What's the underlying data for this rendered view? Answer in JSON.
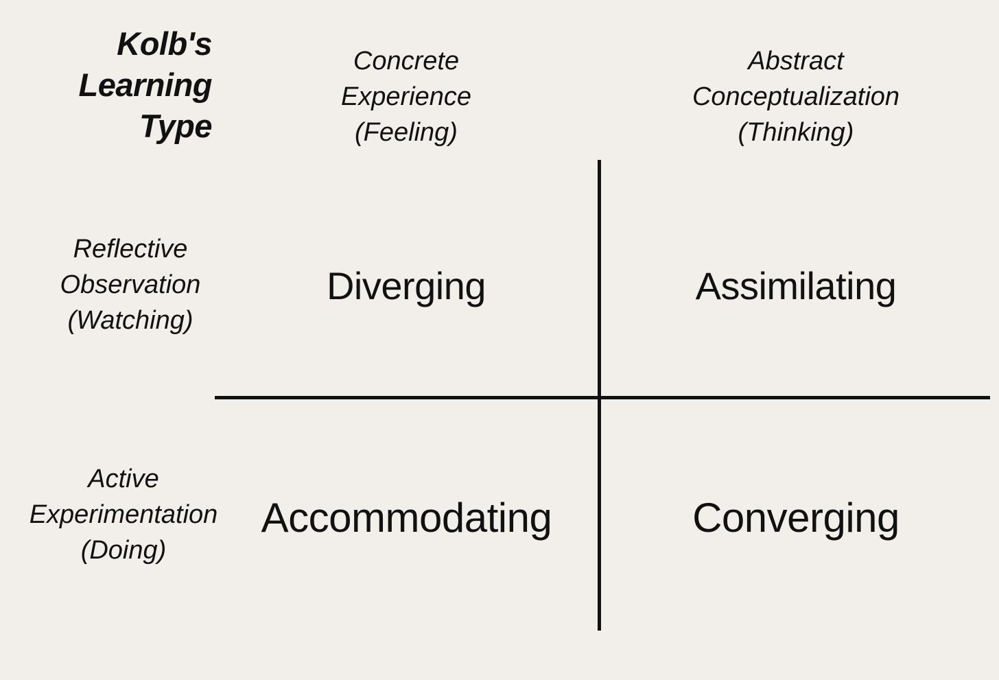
{
  "page": {
    "background_color": "#F2EFEA",
    "text_color": "#111111",
    "line_color": "#111111"
  },
  "title": "Kolb's\nLearning\nType",
  "axes": {
    "columns": [
      {
        "key": "concrete-experience",
        "label": "Concrete\nExperience\n(Feeling)",
        "mode": "Concrete Experience",
        "mode_short": "Feeling"
      },
      {
        "key": "abstract-conceptualization",
        "label": "Abstract\nConceptualization\n(Thinking)",
        "mode": "Abstract Conceptualization",
        "mode_short": "Thinking"
      }
    ],
    "rows": [
      {
        "key": "reflective-observation",
        "label": "Reflective\nObservation\n(Watching)",
        "mode": "Reflective Observation",
        "mode_short": "Watching"
      },
      {
        "key": "active-experimentation",
        "label": "Active\nExperimentation\n(Doing)",
        "mode": "Active Experimentation",
        "mode_short": "Doing"
      }
    ]
  },
  "quadrants": [
    {
      "key": "diverging",
      "label": "Diverging",
      "row": "reflective-observation",
      "column": "concrete-experience"
    },
    {
      "key": "assimilating",
      "label": "Assimilating",
      "row": "reflective-observation",
      "column": "abstract-conceptualization"
    },
    {
      "key": "accommodating",
      "label": "Accommodating",
      "row": "active-experimentation",
      "column": "concrete-experience"
    },
    {
      "key": "converging",
      "label": "Converging",
      "row": "active-experimentation",
      "column": "abstract-conceptualization"
    }
  ],
  "chart_data": {
    "type": "table",
    "title": "Kolb's Learning Type",
    "xlabel": "",
    "ylabel": "",
    "columns": [
      "Concrete Experience (Feeling)",
      "Abstract Conceptualization (Thinking)"
    ],
    "rows": [
      "Reflective Observation (Watching)",
      "Active Experimentation (Doing)"
    ],
    "cells": [
      [
        "Diverging",
        "Assimilating"
      ],
      [
        "Accommodating",
        "Converging"
      ]
    ],
    "grid": true,
    "legend": "none"
  }
}
